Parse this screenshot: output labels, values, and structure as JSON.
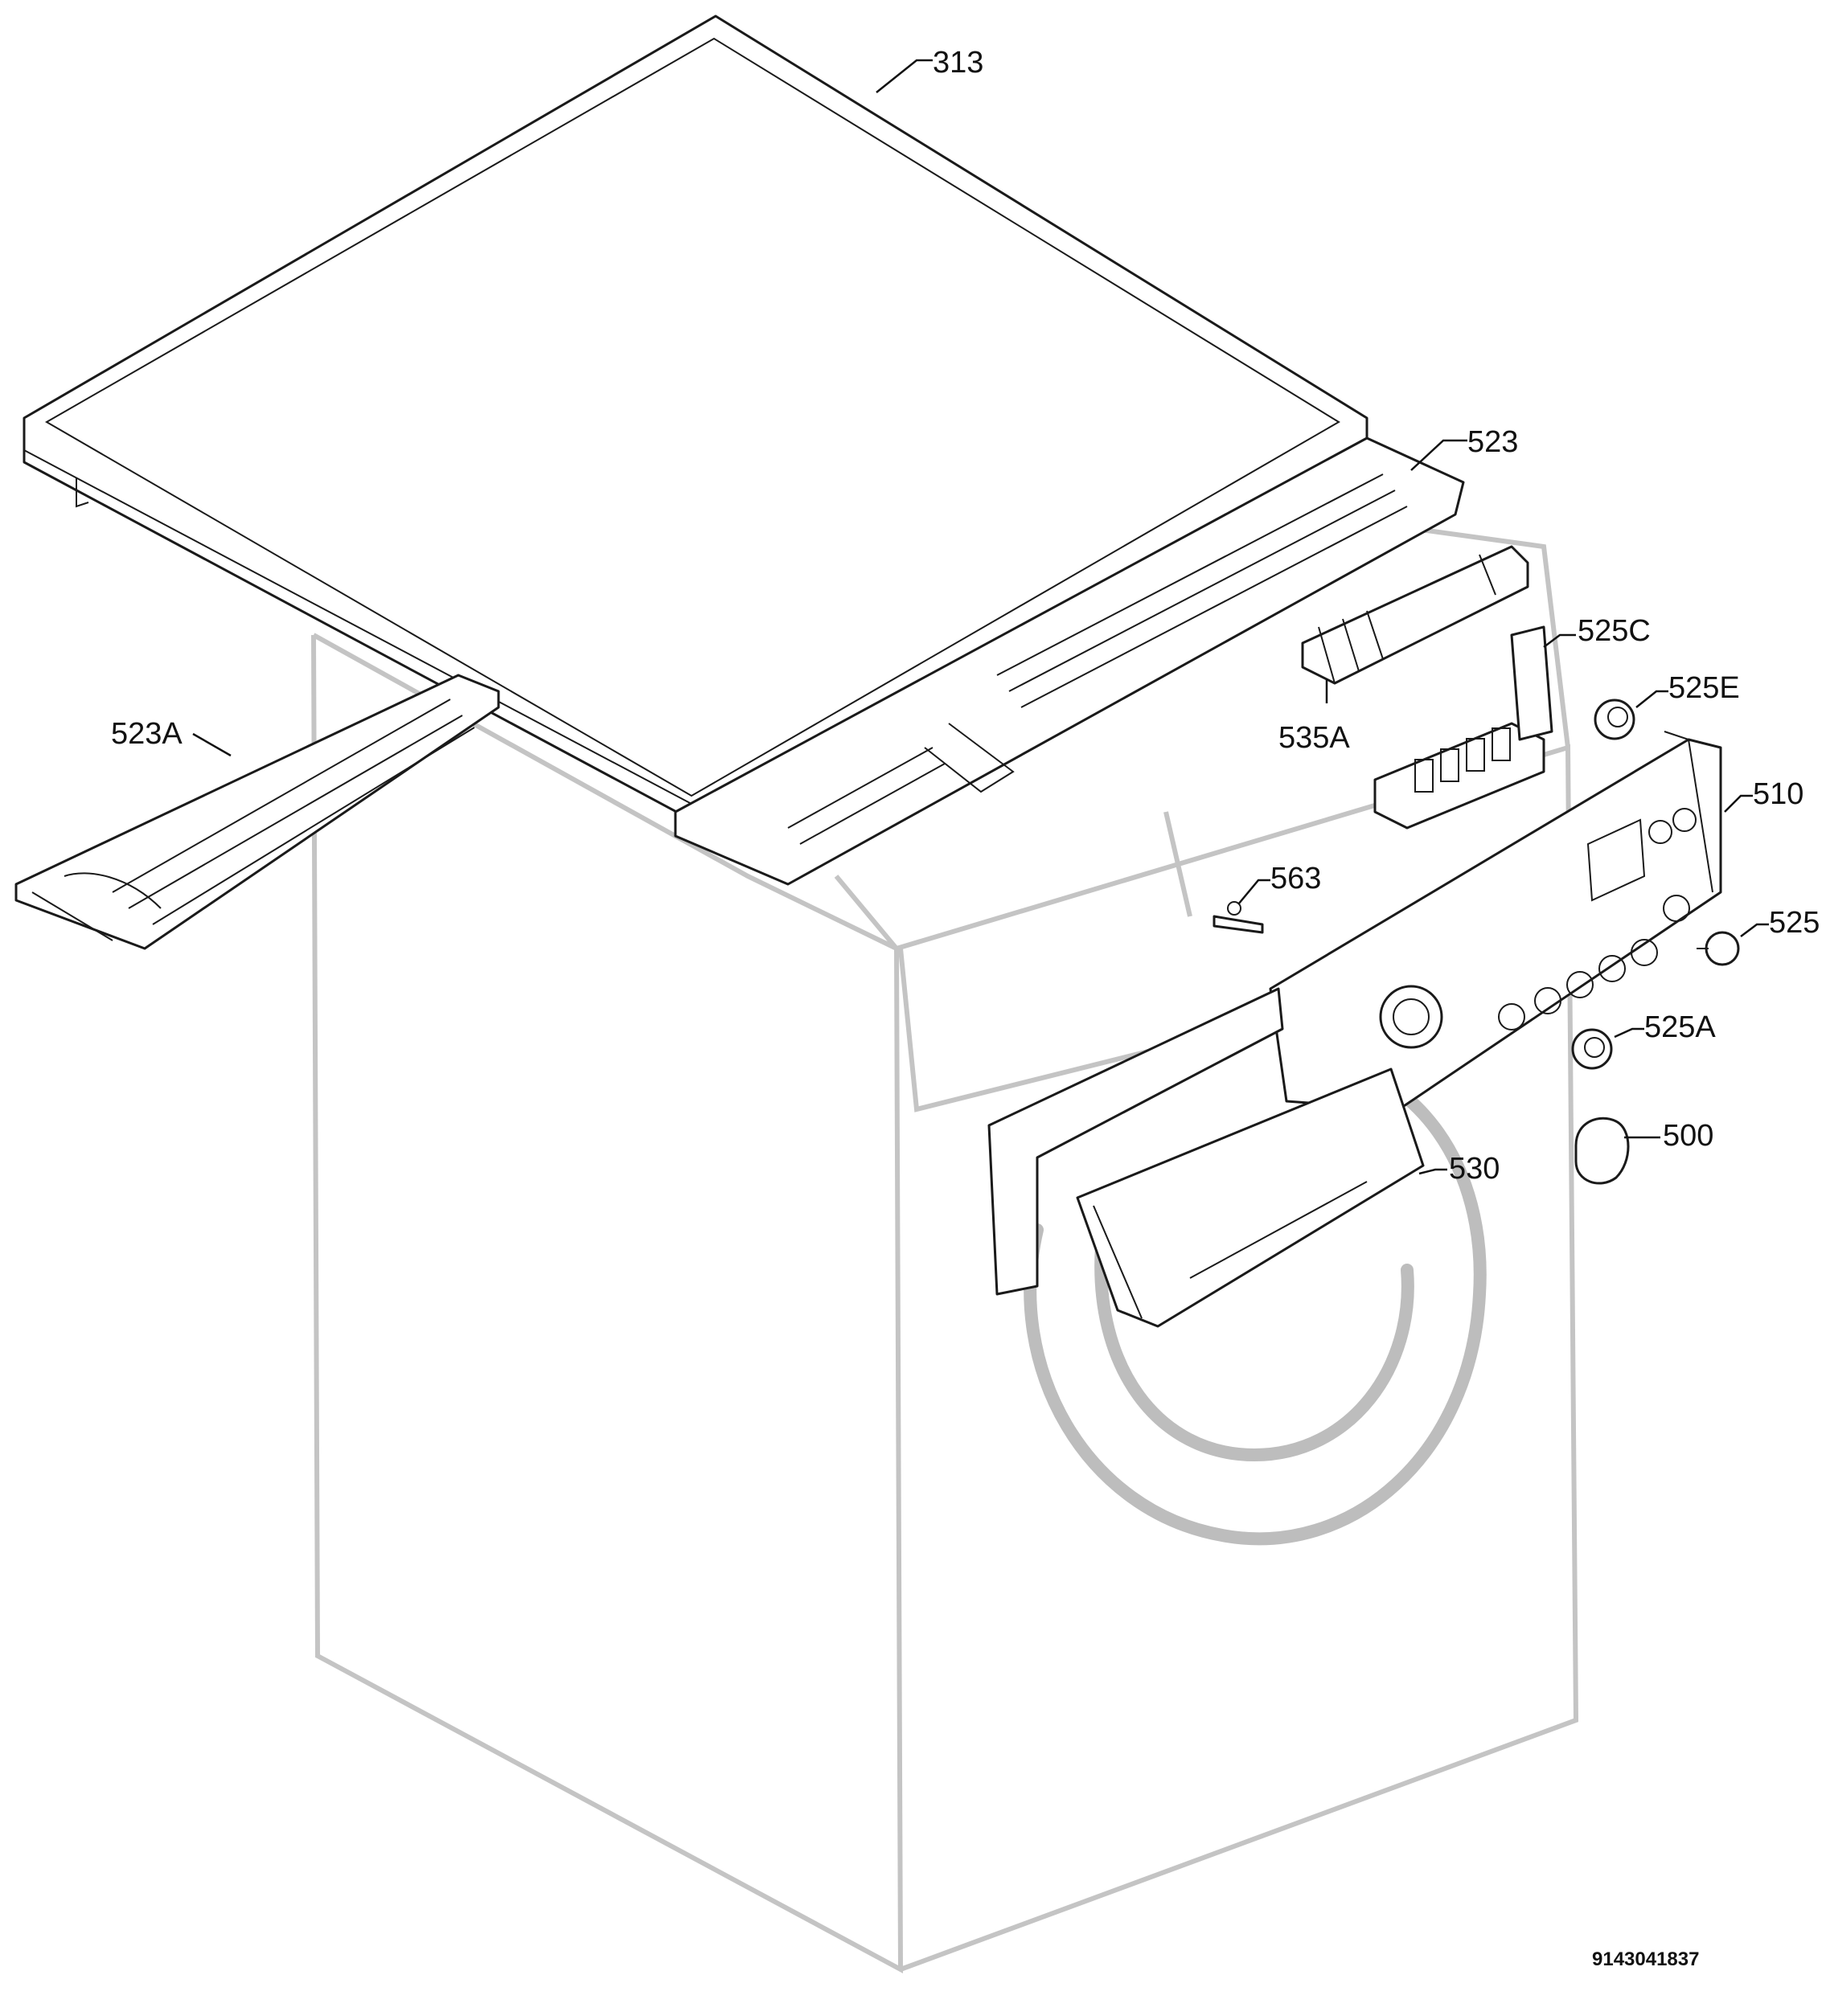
{
  "labels": {
    "p313": "313",
    "p523": "523",
    "p523A": "523A",
    "p525C": "525C",
    "p535A": "535A",
    "p525E": "525E",
    "p510": "510",
    "p563": "563",
    "p525": "525",
    "p525A": "525A",
    "p500": "500",
    "p530": "530"
  },
  "drawing_number": "9143041837"
}
